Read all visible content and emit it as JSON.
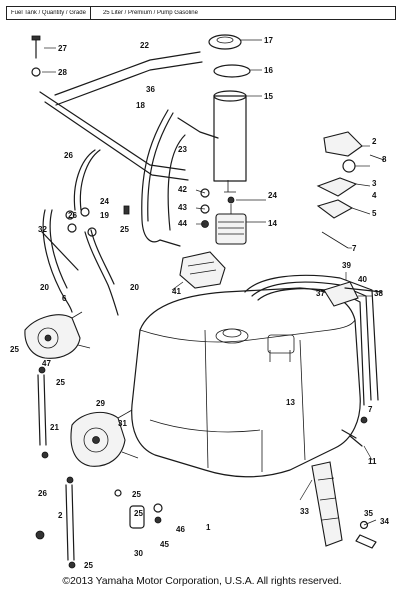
{
  "header": {
    "col1": "Fuel Tank / Quantity / Grade",
    "col2": "25 Liter / Premium / Pump Gasoline",
    "col3": ""
  },
  "callouts": {
    "c1": "1",
    "c2": "2",
    "c3": "3",
    "c4": "4",
    "c5": "5",
    "c6": "6",
    "c7": "7",
    "c8": "8",
    "c11": "11",
    "c13": "13",
    "c14": "14",
    "c15": "15",
    "c16": "16",
    "c17": "17",
    "c18": "18",
    "c19": "19",
    "c20a": "20",
    "c20b": "20",
    "c21": "21",
    "c22": "22",
    "c23": "23",
    "c24a": "24",
    "c24b": "24",
    "c25a": "25",
    "c25b": "25",
    "c25c": "25",
    "c25d": "25",
    "c25e": "25",
    "c25f": "25",
    "c26": "26",
    "c26b": "26",
    "c27": "27",
    "c28": "28",
    "c29": "29",
    "c30": "30",
    "c31": "31",
    "c32": "32",
    "c33": "33",
    "c34": "34",
    "c35": "35",
    "c36": "36",
    "c37": "37",
    "c38": "38",
    "c39": "39",
    "c40": "40",
    "c41": "41",
    "c42": "42",
    "c43": "43",
    "c44": "44",
    "c45": "45",
    "c46": "46",
    "c47": "47",
    "c7b": "7"
  },
  "footer": {
    "copyright": "©2013 Yamaha Motor Corporation, U.S.A. All rights reserved."
  }
}
